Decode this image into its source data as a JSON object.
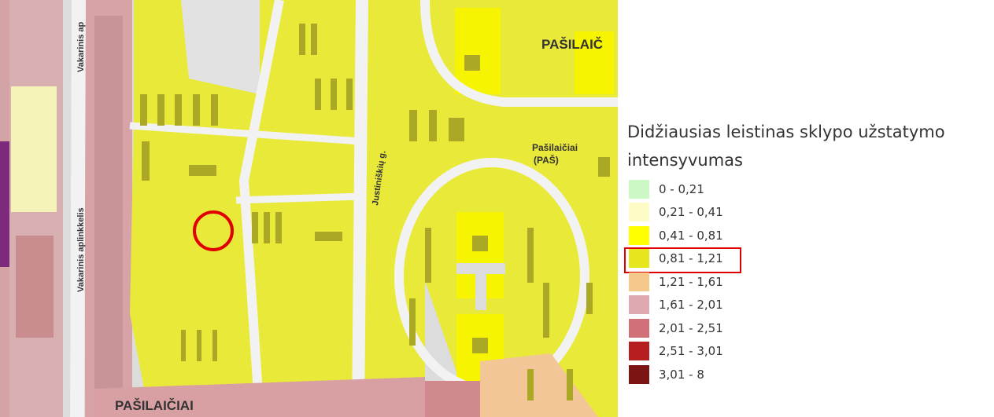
{
  "map": {
    "labels": {
      "district_top": "PAŠILAIČ",
      "district_bottom": "PAŠILAIČIAI",
      "bus_stop": "Pašilaičiai",
      "bus_stop_code": "(PAŠ)",
      "street_justiniskiu": "Justiniškių g.",
      "street_vakarinis_top": "Vakarinis ap",
      "street_vakarinis_side": "Vakarinis aplinkkelis"
    },
    "colors": {
      "yellow": "#e9e93a",
      "bright_yellow": "#f6f400",
      "road": "#f2f2f2",
      "pink": "#d9a7a9",
      "orange": "#f2c696",
      "building": "#aba826",
      "marker": "#e00000"
    }
  },
  "legend": {
    "title_line1": "Didžiausias leistinas sklypo užstatymo",
    "title_line2": "intensyvumas",
    "items": [
      {
        "range": "0 - 0,21",
        "color": "#ccf8c6"
      },
      {
        "range": "0,21 - 0,41",
        "color": "#fdfbc6"
      },
      {
        "range": "0,41 - 0,81",
        "color": "#ffff00"
      },
      {
        "range": "0,81 - 1,21",
        "color": "#e6e61e",
        "highlighted": true
      },
      {
        "range": "1,21 - 1,61",
        "color": "#f5c88c"
      },
      {
        "range": "1,61 - 2,01",
        "color": "#deaaaf"
      },
      {
        "range": "2,01 - 2,51",
        "color": "#d2707a"
      },
      {
        "range": "2,51 - 3,01",
        "color": "#b41e1e"
      },
      {
        "range": "3,01 - 8",
        "color": "#7d1414"
      }
    ]
  }
}
